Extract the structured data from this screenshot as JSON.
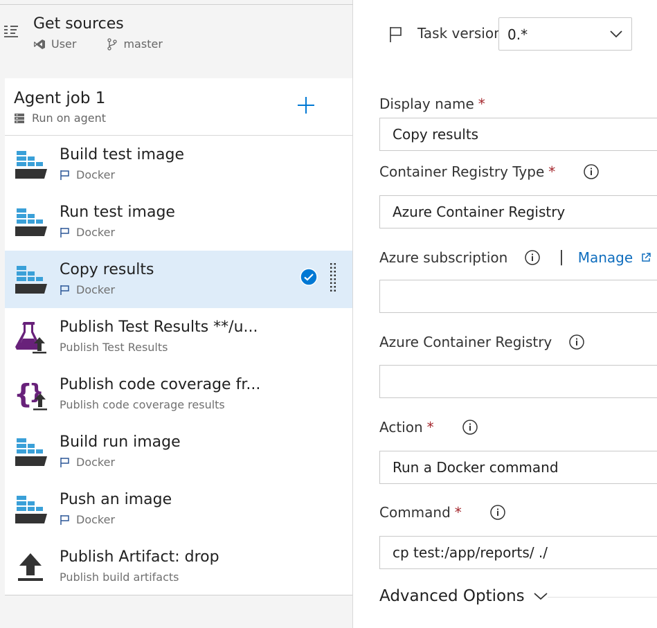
{
  "get_sources": {
    "title": "Get sources",
    "repo": "User",
    "branch": "master"
  },
  "agent_job": {
    "title": "Agent job 1",
    "subtitle": "Run on agent"
  },
  "tasks": [
    {
      "title": "Build test image",
      "subtitle": "Docker",
      "icon": "docker-icon"
    },
    {
      "title": "Run test image",
      "subtitle": "Docker",
      "icon": "docker-icon"
    },
    {
      "title": "Copy results",
      "subtitle": "Docker",
      "icon": "docker-icon",
      "selected": true
    },
    {
      "title": "Publish Test Results **/u...",
      "subtitle": "Publish Test Results",
      "icon": "test-results-icon"
    },
    {
      "title": "Publish code coverage fr...",
      "subtitle": "Publish code coverage results",
      "icon": "code-coverage-icon"
    },
    {
      "title": "Build run image",
      "subtitle": "Docker",
      "icon": "docker-icon"
    },
    {
      "title": "Push an image",
      "subtitle": "Docker",
      "icon": "docker-icon"
    },
    {
      "title": "Publish Artifact: drop",
      "subtitle": "Publish build artifacts",
      "icon": "upload-icon"
    }
  ],
  "task_version": {
    "label": "Task version",
    "value": "0.*"
  },
  "fields": {
    "display_name": {
      "label": "Display name",
      "required": "*",
      "value": "Copy results"
    },
    "registry_type": {
      "label": "Container Registry Type",
      "required": "*",
      "value": "Azure Container Registry"
    },
    "subscription": {
      "label": "Azure subscription",
      "separator": "|",
      "manage": "Manage",
      "value": ""
    },
    "registry": {
      "label": "Azure Container Registry",
      "value": ""
    },
    "action": {
      "label": "Action",
      "required": "*",
      "value": "Run a Docker command"
    },
    "command": {
      "label": "Command",
      "required": "*",
      "value": "cp test:/app/reports/ ./"
    }
  },
  "advanced": {
    "label": "Advanced Options"
  },
  "colors": {
    "accent": "#0078d4",
    "link": "#106ebe",
    "selected_bg": "#deecf9",
    "required": "#a4262c",
    "docker_blue": "#3aa0d8",
    "docker_hull": "#333333",
    "purple": "#68217a"
  }
}
